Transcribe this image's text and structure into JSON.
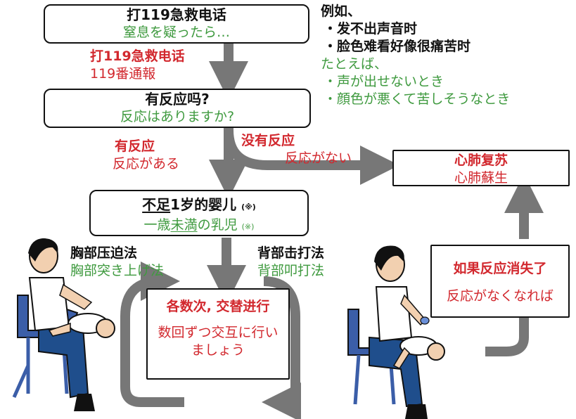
{
  "box1": {
    "zh": "打119急救电话",
    "ja": "窒息を疑ったら…"
  },
  "example": {
    "zh_title": "例如、",
    "zh_items": [
      "・发不出声音时",
      "・脸色难看好像很痛苦时"
    ],
    "ja_title": "たとえば、",
    "ja_items": [
      "・声が出せないとき",
      "・顔色が悪くて苦しそうなとき"
    ]
  },
  "call_label": {
    "zh": "打119急救电话",
    "ja": "119番通報"
  },
  "box2": {
    "zh": "有反应吗?",
    "ja": "反応はありますか?"
  },
  "yes_label": {
    "zh": "有反应",
    "ja": "反応がある"
  },
  "no_label": {
    "zh": "没有反应",
    "ja": "反応がない"
  },
  "cpr_box": {
    "zh": "心肺复苏",
    "ja": "心肺蘇生"
  },
  "box3": {
    "zh_pre": "不足",
    "zh_main": "1岁的婴儿",
    "zh_note": "(※)",
    "ja_pre": "一歳",
    "ja_mid": "未満",
    "ja_post": "の乳児",
    "ja_note": "(※)"
  },
  "chest_label": {
    "zh": "胸部压迫法",
    "ja": "胸部突き上げ法"
  },
  "back_label": {
    "zh": "背部击打法",
    "ja": "背部叩打法"
  },
  "alternate_box": {
    "zh": "各数次, 交替进行",
    "ja_line1": "数回ずつ交互に行い",
    "ja_line2": "ましょう"
  },
  "lost_box": {
    "zh": "如果反应消失了",
    "ja": "反応がなくなれば"
  },
  "colors": {
    "arrow": "#777777",
    "green": "#3f9a3f",
    "red": "#d2282e",
    "shirt": "#ffffff",
    "pants": "#1f4e8c",
    "chair": "#3b5ea8"
  }
}
